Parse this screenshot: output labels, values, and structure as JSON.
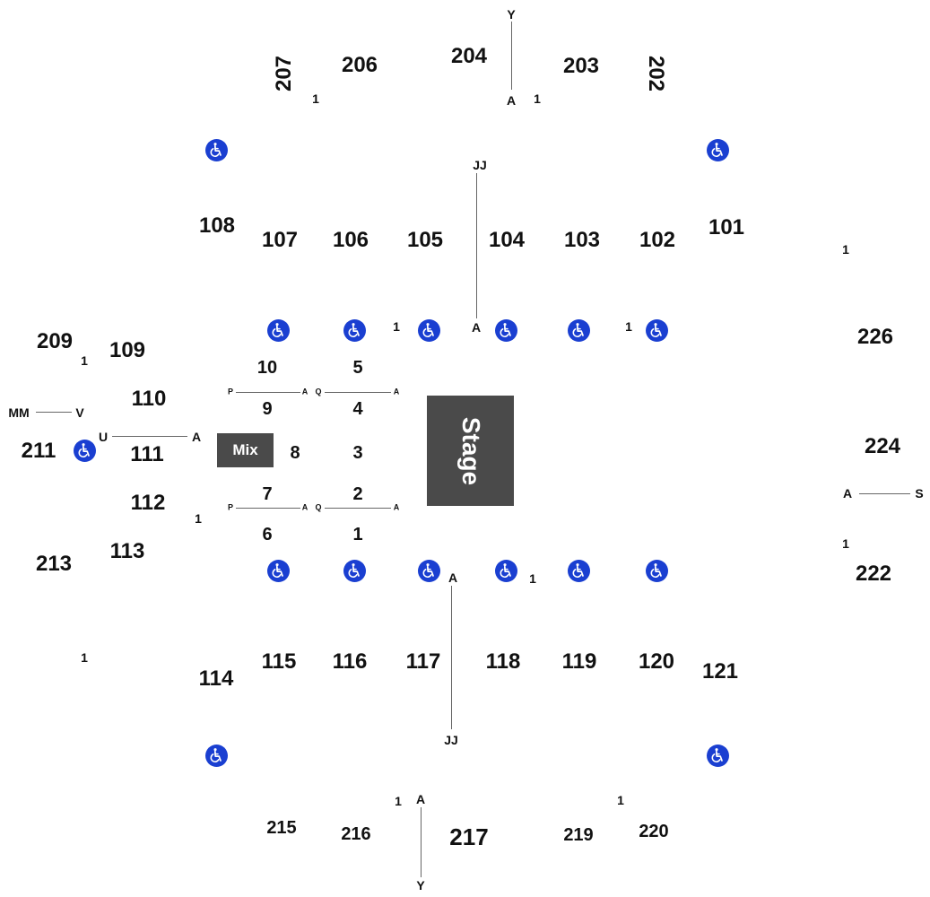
{
  "map": {
    "stage_label": "Stage",
    "mix_label": "Mix",
    "accessible_icon": "wheelchair-accessible-icon",
    "accessible_color": "#1a3fd1",
    "booth_color": "#4a4a4a",
    "sections_200": [
      "207",
      "206",
      "204",
      "203",
      "202",
      "209",
      "211",
      "213",
      "226",
      "224",
      "222",
      "215",
      "216",
      "217",
      "219",
      "220"
    ],
    "sections_100": [
      "108",
      "107",
      "106",
      "105",
      "104",
      "103",
      "102",
      "101",
      "109",
      "110",
      "111",
      "112",
      "113",
      "114",
      "115",
      "116",
      "117",
      "118",
      "119",
      "120",
      "121"
    ],
    "floor_sections": [
      "10",
      "5",
      "9",
      "4",
      "8",
      "3",
      "7",
      "2",
      "6",
      "1"
    ],
    "row_markers": {
      "one": "1",
      "a": "A",
      "y": "Y",
      "jj": "JJ",
      "mm": "MM",
      "v": "V",
      "u": "U",
      "s": "S",
      "p": "P",
      "q": "Q"
    }
  }
}
